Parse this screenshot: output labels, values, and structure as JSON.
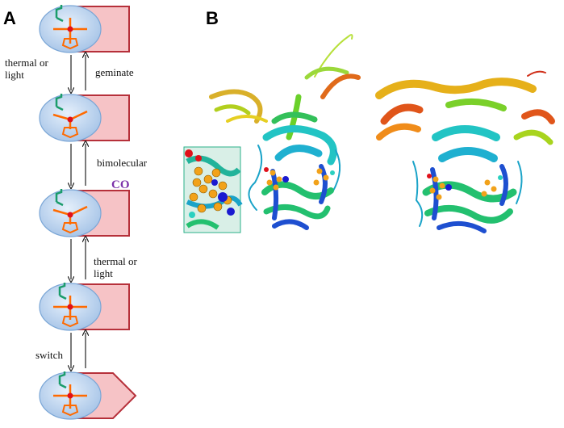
{
  "panels": {
    "a_label": "A",
    "b_label": "B"
  },
  "scheme": {
    "co_text": "CO",
    "transitions": [
      {
        "left": "thermal or light",
        "right": "geminate"
      },
      {
        "left": "",
        "right": "bimolecular"
      },
      {
        "left": "",
        "right": "thermal or light"
      },
      {
        "left": "switch",
        "right": ""
      }
    ]
  },
  "colors": {
    "heme_circle_fill": "#bcd4ee",
    "heme_circle_stroke": "#7aa6d6",
    "protein_domain_fill": "#f6c3c6",
    "protein_domain_stroke": "#b6303a",
    "ligand": "#ff6a00",
    "histidine": "#1a9c6b",
    "iron": "#e0101a",
    "co_text": "#7b2fa8"
  },
  "structures": [
    {
      "name": "monomer-structure",
      "style": "rainbow cartoon"
    },
    {
      "name": "dimer-structure",
      "style": "rainbow cartoon"
    },
    {
      "name": "heme-pocket-zoom",
      "style": "ball-and-stick heme"
    }
  ]
}
